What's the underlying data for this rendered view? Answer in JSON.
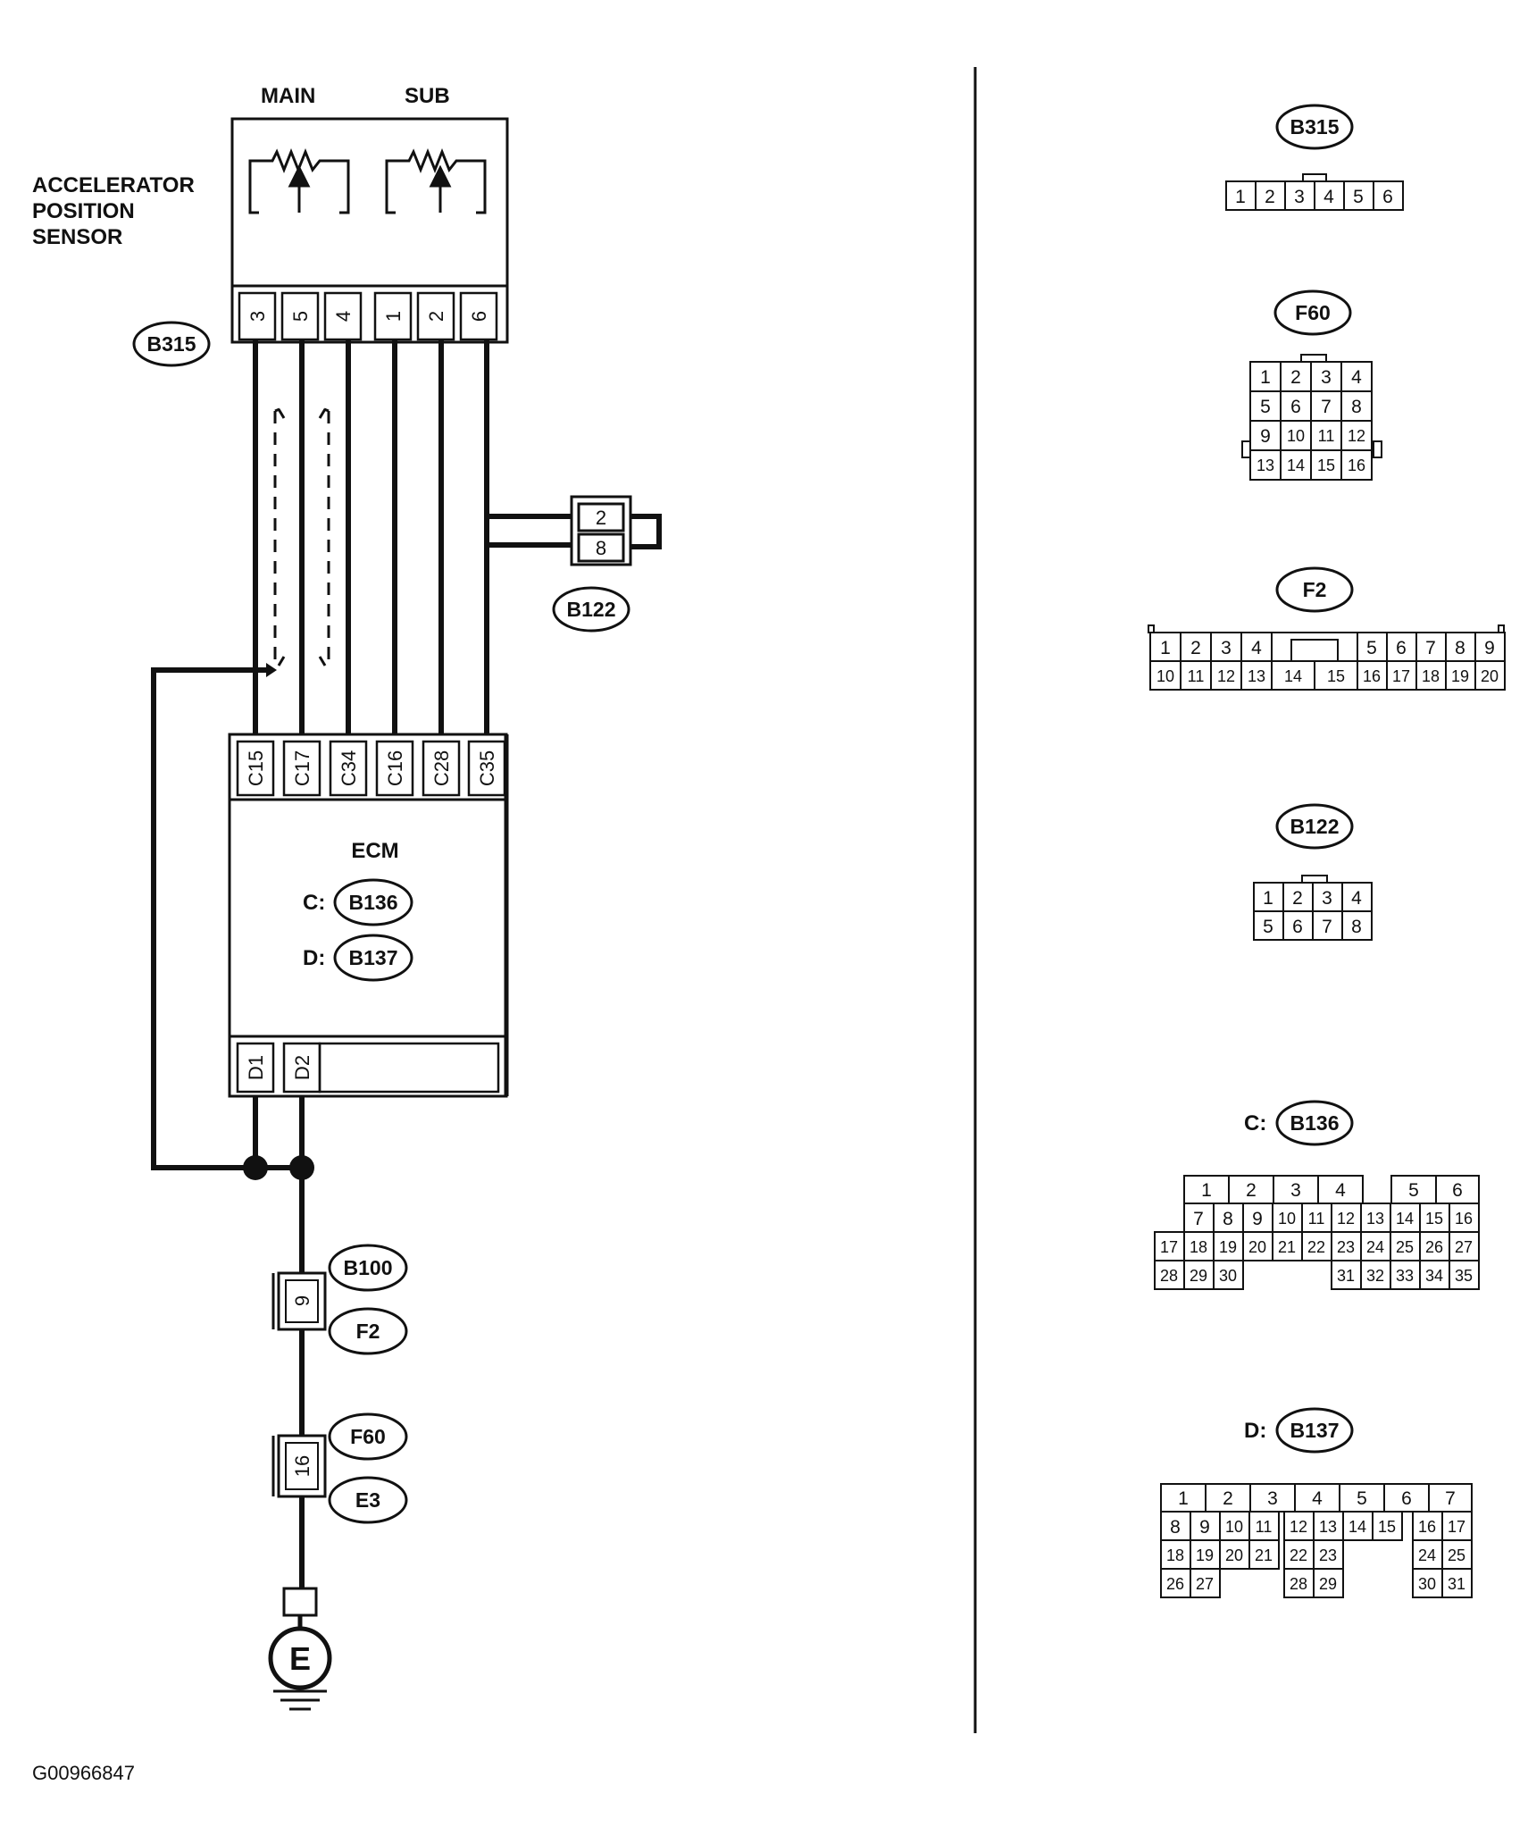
{
  "colors": {
    "ink": "#111111",
    "paper": "#ffffff"
  },
  "sensor": {
    "title_lines": [
      "ACCELERATOR",
      "POSITION",
      "SENSOR"
    ],
    "main_label": "MAIN",
    "sub_label": "SUB",
    "connector": "B315",
    "pins": [
      "3",
      "5",
      "4",
      "1",
      "2",
      "6"
    ]
  },
  "joint": {
    "connector": "B122",
    "pins": [
      "2",
      "8"
    ]
  },
  "ecm": {
    "label": "ECM",
    "c_prefix": "C:",
    "c_connector": "B136",
    "d_prefix": "D:",
    "d_connector": "B137",
    "c_pins": [
      "C15",
      "C17",
      "C34",
      "C16",
      "C28",
      "C35"
    ],
    "d_pins": [
      "D1",
      "D2"
    ]
  },
  "ground_path": {
    "conn1_top": "B100",
    "conn1_bottom": "F2",
    "conn1_pin": "9",
    "conn2_top": "F60",
    "conn2_bottom": "E3",
    "conn2_pin": "16",
    "ground_symbol": "E"
  },
  "figure_id": "G00966847",
  "connector_views": {
    "b315": {
      "title": "B315",
      "rows": [
        [
          "1",
          "2",
          "3",
          "4",
          "5",
          "6"
        ]
      ]
    },
    "f60": {
      "title": "F60",
      "rows": [
        [
          "1",
          "2",
          "3",
          "4"
        ],
        [
          "5",
          "6",
          "7",
          "8"
        ],
        [
          "9",
          "10",
          "11",
          "12"
        ],
        [
          "13",
          "14",
          "15",
          "16"
        ]
      ]
    },
    "f2": {
      "title": "F2",
      "row1_left": [
        "1",
        "2",
        "3",
        "4"
      ],
      "row1_right": [
        "5",
        "6",
        "7",
        "8",
        "9"
      ],
      "row2_left": [
        "10",
        "11",
        "12",
        "13"
      ],
      "row2_mid": [
        "14",
        "15"
      ],
      "row2_right": [
        "16",
        "17",
        "18",
        "19",
        "20"
      ]
    },
    "b122": {
      "title": "B122",
      "rows": [
        [
          "1",
          "2",
          "3",
          "4"
        ],
        [
          "5",
          "6",
          "7",
          "8"
        ]
      ]
    },
    "b136": {
      "prefix": "C:",
      "title": "B136",
      "row1": [
        "1",
        "2",
        "3",
        "4",
        "",
        "5",
        "6"
      ],
      "row2": [
        "7",
        "8",
        "9",
        "10",
        "11",
        "12",
        "13",
        "14",
        "15",
        "16"
      ],
      "row3": [
        "17",
        "18",
        "19",
        "20",
        "21",
        "22",
        "23",
        "24",
        "25",
        "26",
        "27"
      ],
      "row4_left": [
        "28",
        "29",
        "30"
      ],
      "row4_right": [
        "31",
        "32",
        "33",
        "34",
        "35"
      ]
    },
    "b137": {
      "prefix": "D:",
      "title": "B137",
      "row1": [
        "1",
        "2",
        "3",
        "4",
        "5",
        "6",
        "7"
      ],
      "row2": [
        "8",
        "9",
        "10",
        "11",
        "12",
        "13",
        "14",
        "15",
        "16",
        "17"
      ],
      "row3_a": [
        "18",
        "19"
      ],
      "row3_b": [
        "20",
        "21"
      ],
      "row3_c": [
        "22",
        "23"
      ],
      "row3_d": [
        "24",
        "25"
      ],
      "row4_a": [
        "26",
        "27"
      ],
      "row4_c": [
        "28",
        "29"
      ],
      "row4_d": [
        "30",
        "31"
      ]
    }
  }
}
